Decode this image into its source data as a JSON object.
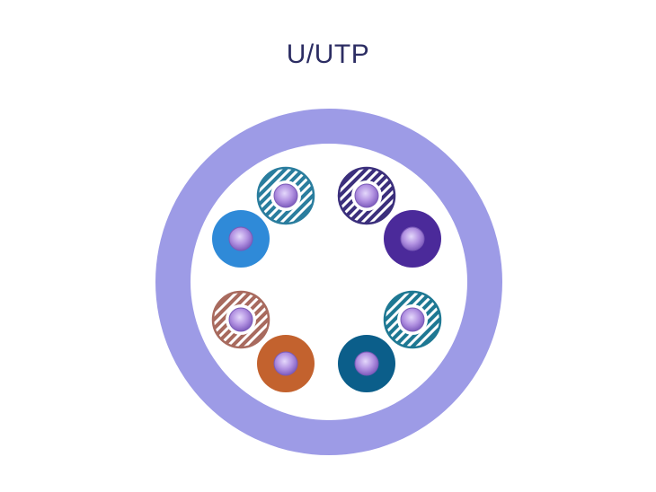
{
  "title": "U/UTP",
  "colors": {
    "jacket": "#9d9be6",
    "jacket_inner": "#ffffff",
    "title": "#2c2d63",
    "copper_core": "#a989db",
    "copper_highlight": "#d8c8f6",
    "copper_rim": "#7a5ab8"
  },
  "conductors": [
    {
      "name": "white-blue-conductor",
      "pair": "blue",
      "style": "striped",
      "color": "#2a7d9e"
    },
    {
      "name": "blue-conductor",
      "pair": "blue",
      "style": "solid",
      "color": "#2f8ad8"
    },
    {
      "name": "white-purple-conductor",
      "pair": "purple",
      "style": "striped",
      "color": "#3b2f7c"
    },
    {
      "name": "purple-conductor",
      "pair": "purple",
      "style": "solid",
      "color": "#4b2a9a"
    },
    {
      "name": "white-brown-conductor",
      "pair": "brown",
      "style": "striped",
      "color": "#a86a5e"
    },
    {
      "name": "brown-conductor",
      "pair": "brown",
      "style": "solid",
      "color": "#c3622e"
    },
    {
      "name": "white-teal-conductor",
      "pair": "teal",
      "style": "striped",
      "color": "#1e7893"
    },
    {
      "name": "teal-conductor",
      "pair": "teal",
      "style": "solid",
      "color": "#0b5e8a"
    }
  ]
}
